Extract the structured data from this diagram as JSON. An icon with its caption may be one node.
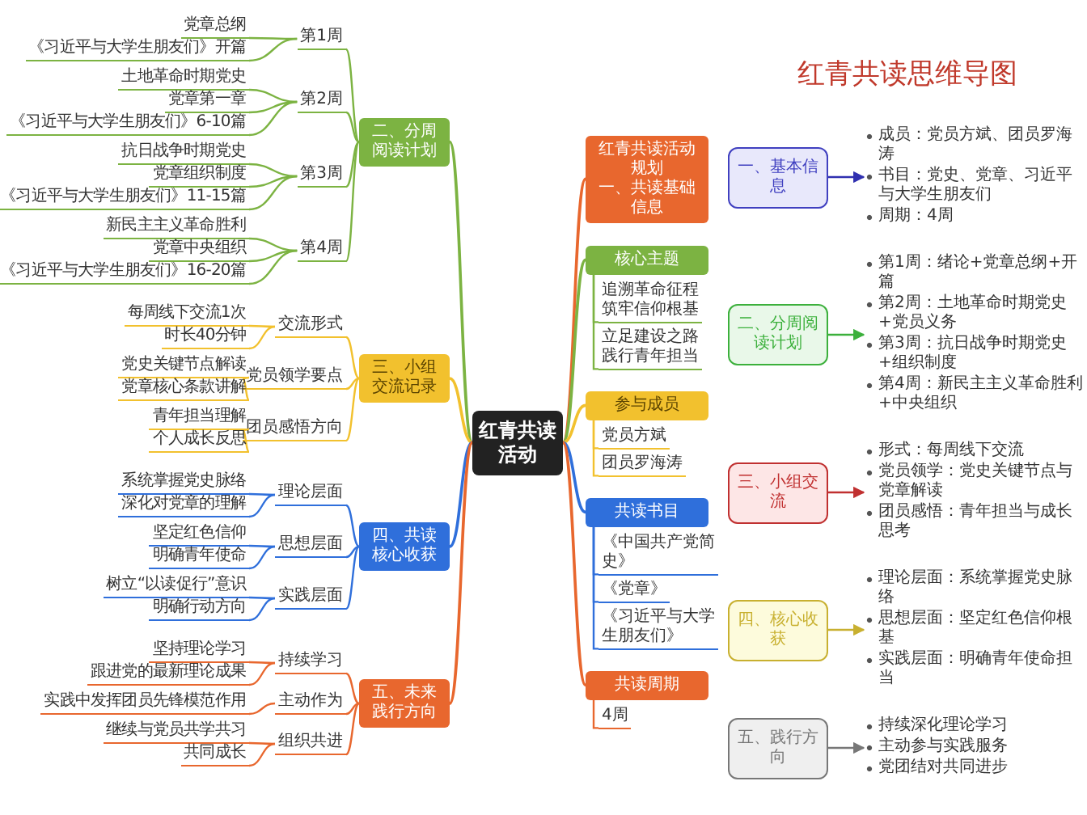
{
  "diagram": {
    "title": "红青共读思维导图",
    "nodes": [
      {
        "text": [
          "红青共读活动"
        ]
      },
      {
        "text": [
          "红青共读活动规划",
          "一、共读基础信息"
        ]
      },
      {
        "text": [
          "核心主题"
        ]
      },
      {
        "text": [
          "追溯革命征程",
          "筑牢信仰根基"
        ]
      },
      {
        "text": [
          "立足建设之路",
          "践行青年担当"
        ]
      },
      {
        "text": [
          "参与成员"
        ]
      },
      {
        "text": [
          "党员方斌"
        ]
      },
      {
        "text": [
          "团员罗海涛"
        ]
      },
      {
        "text": [
          "共读书目"
        ]
      },
      {
        "text": [
          "《中国共产党简史》"
        ]
      },
      {
        "text": [
          "《党章》"
        ]
      },
      {
        "text": [
          "《习近平与大学生朋友们》"
        ]
      },
      {
        "text": [
          "共读周期"
        ]
      },
      {
        "text": [
          "4周"
        ]
      },
      {
        "text": [
          "二、分周阅读计划"
        ]
      },
      {
        "text": [
          "第1周"
        ]
      },
      {
        "text": [
          "党章总纲"
        ]
      },
      {
        "text": [
          "《习近平与大学生朋友们》开篇"
        ]
      },
      {
        "text": [
          "第2周"
        ]
      },
      {
        "text": [
          "土地革命时期党史"
        ]
      },
      {
        "text": [
          "党章第一章"
        ]
      },
      {
        "text": [
          "《习近平与大学生朋友们》6-10篇"
        ]
      },
      {
        "text": [
          "第3周"
        ]
      },
      {
        "text": [
          "抗日战争时期党史"
        ]
      },
      {
        "text": [
          "党章组织制度"
        ]
      },
      {
        "text": [
          "《习近平与大学生朋友们》11-15篇"
        ]
      },
      {
        "text": [
          "第4周"
        ]
      },
      {
        "text": [
          "新民主主义革命胜利"
        ]
      },
      {
        "text": [
          "党章中央组织"
        ]
      },
      {
        "text": [
          "《习近平与大学生朋友们》16-20篇"
        ]
      },
      {
        "text": [
          "三、小组交流记录"
        ]
      },
      {
        "text": [
          "交流形式"
        ]
      },
      {
        "text": [
          "每周线下交流1次"
        ]
      },
      {
        "text": [
          "时长40分钟"
        ]
      },
      {
        "text": [
          "党员领学要点"
        ]
      },
      {
        "text": [
          "党史关键节点解读"
        ]
      },
      {
        "text": [
          "党章核心条款讲解"
        ]
      },
      {
        "text": [
          "团员感悟方向"
        ]
      },
      {
        "text": [
          "青年担当理解"
        ]
      },
      {
        "text": [
          "个人成长反思"
        ]
      },
      {
        "text": [
          "四、共读核心收获"
        ]
      },
      {
        "text": [
          "理论层面"
        ]
      },
      {
        "text": [
          "系统掌握党史脉络"
        ]
      },
      {
        "text": [
          "深化对党章的理解"
        ]
      },
      {
        "text": [
          "思想层面"
        ]
      },
      {
        "text": [
          "坚定红色信仰"
        ]
      },
      {
        "text": [
          "明确青年使命"
        ]
      },
      {
        "text": [
          "实践层面"
        ]
      },
      {
        "text": [
          "树立“以读促行”意识"
        ]
      },
      {
        "text": [
          "明确行动方向"
        ]
      },
      {
        "text": [
          "五、未来践行方向"
        ]
      },
      {
        "text": [
          "持续学习"
        ]
      },
      {
        "text": [
          "坚持理论学习"
        ]
      },
      {
        "text": [
          "跟进党的最新理论成果"
        ]
      },
      {
        "text": [
          "主动作为"
        ]
      },
      {
        "text": [
          "实践中发挥团员先锋模范作用"
        ]
      },
      {
        "text": [
          "组织共进"
        ]
      },
      {
        "text": [
          "继续与党员共学共习"
        ]
      },
      {
        "text": [
          "共同成长"
        ]
      },
      {
        "text": [
          "一、基本信息"
        ]
      },
      {
        "text": [
          "二、分周阅读计划"
        ]
      },
      {
        "text": [
          "三、小组交流"
        ]
      },
      {
        "text": [
          "四、核心收获"
        ]
      },
      {
        "text": [
          "五、践行方向"
        ]
      },
      {
        "text": [
          "成员：党员方斌、团员罗海涛",
          "书目：党史、党章、习近平与大学生朋友们",
          "周期：4周"
        ]
      },
      {
        "text": [
          "第1周：绪论+党章总纲+开篇",
          "第2周：土地革命时期党史+党员义务",
          "第3周：抗日战争时期党史+组织制度",
          "第4周：新民主主义革命胜利+中央组织"
        ]
      },
      {
        "text": [
          "形式：每周线下交流",
          "党员领学：党史关键节点与党章解读",
          "团员感悟：青年担当与成长思考"
        ]
      },
      {
        "text": [
          "理论层面：系统掌握党史脉络",
          "思想层面：坚定红色信仰根基",
          "实践层面：明确青年使命担当"
        ]
      },
      {
        "text": [
          "持续深化理论学习",
          "主动参与实践服务",
          "党团结对共同进步"
        ]
      }
    ],
    "edges": [
      {
        "from": 0,
        "to": 1,
        "arrow": "none",
        "color": "#e8672e"
      },
      {
        "from": 0,
        "to": 2,
        "arrow": "none",
        "color": "#7cb342"
      },
      {
        "from": 2,
        "to": 3,
        "arrow": "none",
        "color": "#7cb342"
      },
      {
        "from": 2,
        "to": 4,
        "arrow": "none",
        "color": "#7cb342"
      },
      {
        "from": 0,
        "to": 5,
        "arrow": "none",
        "color": "#f2c12e"
      },
      {
        "from": 5,
        "to": 6,
        "arrow": "none",
        "color": "#f2c12e"
      },
      {
        "from": 5,
        "to": 7,
        "arrow": "none",
        "color": "#f2c12e"
      },
      {
        "from": 0,
        "to": 8,
        "arrow": "none",
        "color": "#2f6fdb"
      },
      {
        "from": 8,
        "to": 9,
        "arrow": "none",
        "color": "#2f6fdb"
      },
      {
        "from": 8,
        "to": 10,
        "arrow": "none",
        "color": "#2f6fdb"
      },
      {
        "from": 8,
        "to": 11,
        "arrow": "none",
        "color": "#2f6fdb"
      },
      {
        "from": 0,
        "to": 12,
        "arrow": "none",
        "color": "#e8672e"
      },
      {
        "from": 12,
        "to": 13,
        "arrow": "none",
        "color": "#e8672e"
      },
      {
        "from": 0,
        "to": 14,
        "arrow": "none",
        "color": "#7cb342"
      },
      {
        "from": 14,
        "to": 15,
        "arrow": "none",
        "color": "#7cb342"
      },
      {
        "from": 15,
        "to": 16,
        "arrow": "none",
        "color": "#7cb342"
      },
      {
        "from": 15,
        "to": 17,
        "arrow": "none",
        "color": "#7cb342"
      },
      {
        "from": 14,
        "to": 18,
        "arrow": "none",
        "color": "#7cb342"
      },
      {
        "from": 18,
        "to": 19,
        "arrow": "none",
        "color": "#7cb342"
      },
      {
        "from": 18,
        "to": 20,
        "arrow": "none",
        "color": "#7cb342"
      },
      {
        "from": 18,
        "to": 21,
        "arrow": "none",
        "color": "#7cb342"
      },
      {
        "from": 14,
        "to": 22,
        "arrow": "none",
        "color": "#7cb342"
      },
      {
        "from": 22,
        "to": 23,
        "arrow": "none",
        "color": "#7cb342"
      },
      {
        "from": 22,
        "to": 24,
        "arrow": "none",
        "color": "#7cb342"
      },
      {
        "from": 22,
        "to": 25,
        "arrow": "none",
        "color": "#7cb342"
      },
      {
        "from": 14,
        "to": 26,
        "arrow": "none",
        "color": "#7cb342"
      },
      {
        "from": 26,
        "to": 27,
        "arrow": "none",
        "color": "#7cb342"
      },
      {
        "from": 26,
        "to": 28,
        "arrow": "none",
        "color": "#7cb342"
      },
      {
        "from": 26,
        "to": 29,
        "arrow": "none",
        "color": "#7cb342"
      },
      {
        "from": 0,
        "to": 30,
        "arrow": "none",
        "color": "#f2c12e"
      },
      {
        "from": 30,
        "to": 31,
        "arrow": "none",
        "color": "#f2c12e"
      },
      {
        "from": 31,
        "to": 32,
        "arrow": "none",
        "color": "#f2c12e"
      },
      {
        "from": 31,
        "to": 33,
        "arrow": "none",
        "color": "#f2c12e"
      },
      {
        "from": 30,
        "to": 34,
        "arrow": "none",
        "color": "#f2c12e"
      },
      {
        "from": 34,
        "to": 35,
        "arrow": "none",
        "color": "#f2c12e"
      },
      {
        "from": 34,
        "to": 36,
        "arrow": "none",
        "color": "#f2c12e"
      },
      {
        "from": 30,
        "to": 37,
        "arrow": "none",
        "color": "#f2c12e"
      },
      {
        "from": 37,
        "to": 38,
        "arrow": "none",
        "color": "#f2c12e"
      },
      {
        "from": 37,
        "to": 39,
        "arrow": "none",
        "color": "#f2c12e"
      },
      {
        "from": 0,
        "to": 40,
        "arrow": "none",
        "color": "#2f6fdb"
      },
      {
        "from": 40,
        "to": 41,
        "arrow": "none",
        "color": "#2f6fdb"
      },
      {
        "from": 41,
        "to": 42,
        "arrow": "none",
        "color": "#2f6fdb"
      },
      {
        "from": 41,
        "to": 43,
        "arrow": "none",
        "color": "#2f6fdb"
      },
      {
        "from": 40,
        "to": 44,
        "arrow": "none",
        "color": "#2f6fdb"
      },
      {
        "from": 44,
        "to": 45,
        "arrow": "none",
        "color": "#2f6fdb"
      },
      {
        "from": 44,
        "to": 46,
        "arrow": "none",
        "color": "#2f6fdb"
      },
      {
        "from": 40,
        "to": 47,
        "arrow": "none",
        "color": "#2f6fdb"
      },
      {
        "from": 47,
        "to": 48,
        "arrow": "none",
        "color": "#2f6fdb"
      },
      {
        "from": 47,
        "to": 49,
        "arrow": "none",
        "color": "#2f6fdb"
      },
      {
        "from": 0,
        "to": 50,
        "arrow": "none",
        "color": "#e8672e"
      },
      {
        "from": 50,
        "to": 51,
        "arrow": "none",
        "color": "#e8672e"
      },
      {
        "from": 51,
        "to": 52,
        "arrow": "none",
        "color": "#e8672e"
      },
      {
        "from": 51,
        "to": 53,
        "arrow": "none",
        "color": "#e8672e"
      },
      {
        "from": 50,
        "to": 54,
        "arrow": "none",
        "color": "#e8672e"
      },
      {
        "from": 54,
        "to": 55,
        "arrow": "none",
        "color": "#e8672e"
      },
      {
        "from": 50,
        "to": 56,
        "arrow": "none",
        "color": "#e8672e"
      },
      {
        "from": 56,
        "to": 57,
        "arrow": "none",
        "color": "#e8672e"
      },
      {
        "from": 56,
        "to": 58,
        "arrow": "none",
        "color": "#e8672e"
      },
      {
        "from": 59,
        "to": 64,
        "arrow": "to",
        "color": "#3030b0"
      },
      {
        "from": 60,
        "to": 65,
        "arrow": "to",
        "color": "#3cb03c"
      },
      {
        "from": 61,
        "to": 66,
        "arrow": "to",
        "color": "#c03030"
      },
      {
        "from": 62,
        "to": 67,
        "arrow": "to",
        "color": "#c8b030"
      },
      {
        "from": 63,
        "to": 68,
        "arrow": "to",
        "color": "#777777"
      }
    ]
  }
}
